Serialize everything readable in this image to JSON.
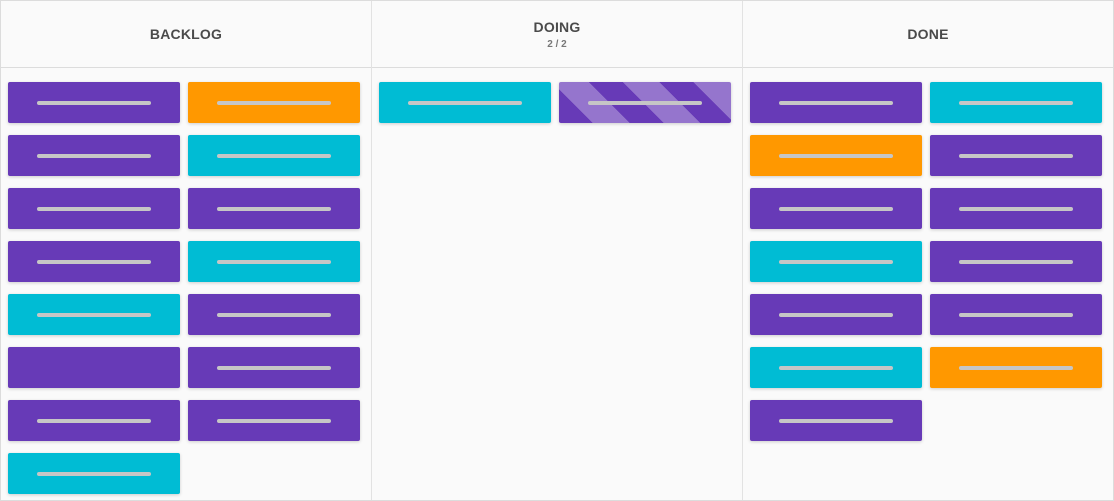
{
  "board": {
    "columns": [
      {
        "id": "backlog",
        "title": "BACKLOG",
        "count": null,
        "cards": [
          {
            "color": "purple",
            "has_text": true
          },
          {
            "color": "orange",
            "has_text": true
          },
          {
            "color": "purple",
            "has_text": true
          },
          {
            "color": "cyan",
            "has_text": true
          },
          {
            "color": "purple",
            "has_text": true
          },
          {
            "color": "purple",
            "has_text": true
          },
          {
            "color": "purple",
            "has_text": true
          },
          {
            "color": "cyan",
            "has_text": true
          },
          {
            "color": "cyan",
            "has_text": true
          },
          {
            "color": "purple",
            "has_text": true
          },
          {
            "color": "purple",
            "has_text": false
          },
          {
            "color": "purple",
            "has_text": true
          },
          {
            "color": "purple",
            "has_text": true
          },
          {
            "color": "purple",
            "has_text": true
          },
          {
            "color": "cyan",
            "has_text": true
          }
        ]
      },
      {
        "id": "doing",
        "title": "DOING",
        "count": "2 / 2",
        "cards": [
          {
            "color": "cyan",
            "has_text": true
          },
          {
            "color": "striped",
            "has_text": true
          }
        ]
      },
      {
        "id": "done",
        "title": "DONE",
        "count": null,
        "cards": [
          {
            "color": "purple",
            "has_text": true
          },
          {
            "color": "cyan",
            "has_text": true
          },
          {
            "color": "orange",
            "has_text": true
          },
          {
            "color": "purple",
            "has_text": true
          },
          {
            "color": "purple",
            "has_text": true
          },
          {
            "color": "purple",
            "has_text": true
          },
          {
            "color": "cyan",
            "has_text": true
          },
          {
            "color": "purple",
            "has_text": true
          },
          {
            "color": "purple",
            "has_text": true
          },
          {
            "color": "purple",
            "has_text": true
          },
          {
            "color": "cyan",
            "has_text": true
          },
          {
            "color": "orange",
            "has_text": true
          },
          {
            "color": "purple",
            "has_text": true
          }
        ]
      }
    ]
  },
  "colors": {
    "purple": "#673ab7",
    "cyan": "#00bcd4",
    "orange": "#ff9800",
    "striped_light": "#9575cd",
    "placeholder_line": "#c6c6c6",
    "background": "#fafafa"
  }
}
